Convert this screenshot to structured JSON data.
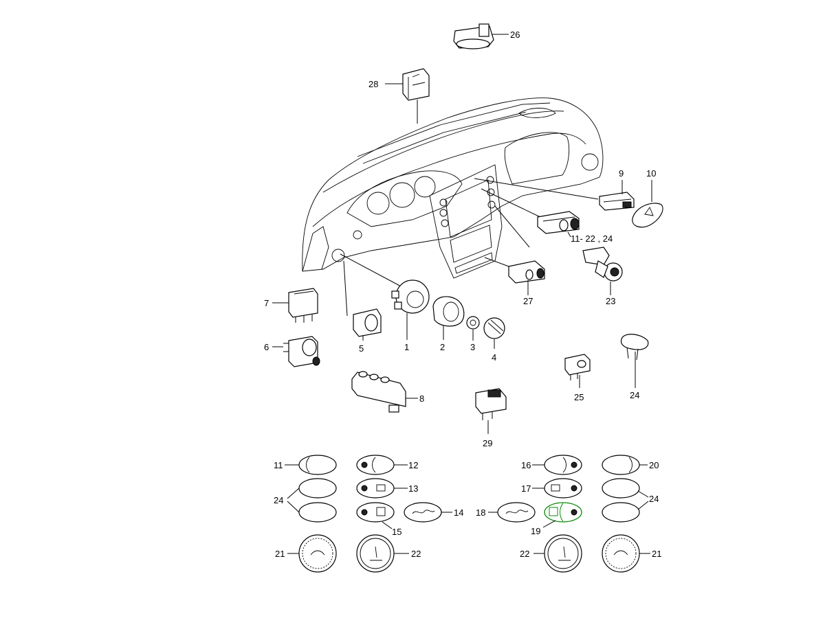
{
  "callouts": {
    "c1": "1",
    "c2": "2",
    "c3": "3",
    "c4": "4",
    "c5": "5",
    "c6": "6",
    "c7": "7",
    "c8": "8",
    "c9": "9",
    "c10": "10",
    "c11_22_24": "11- 22 , 24",
    "c11": "11",
    "c12": "12",
    "c13": "13",
    "c14": "14",
    "c15": "15",
    "c16": "16",
    "c17": "17",
    "c18": "18",
    "c19": "19",
    "c20": "20",
    "c21_left": "21",
    "c21_right": "21",
    "c22_left": "22",
    "c22_right": "22",
    "c23": "23",
    "c24_mid_right": "24",
    "c24_left": "24",
    "c24_right": "24",
    "c25": "25",
    "c26": "26",
    "c27": "27",
    "c28": "28",
    "c29": "29"
  },
  "highlight_color": "#0a8a0a"
}
